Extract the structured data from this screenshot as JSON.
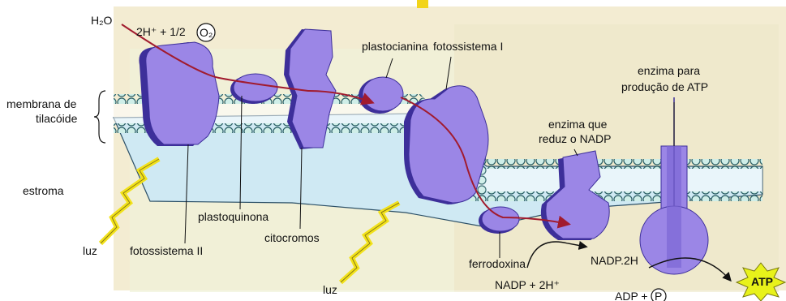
{
  "colors": {
    "background_top": "#f3ecd2",
    "membrane_fill": "#cfe9f3",
    "protein_fill": "#9b86e6",
    "protein_shadow": "#3d2f9a",
    "arrow": "#a11b2e",
    "lightning": "#f2e21a",
    "atp_burst": "#e8f21a"
  },
  "labels": {
    "water": "H₂O",
    "water_split": "2H⁺ + 1/2",
    "oxygen": "O₂",
    "membrane_line1": "membrana de",
    "membrane_line2": "tilacóide",
    "stroma": "estroma",
    "light_1": "luz",
    "light_2": "luz",
    "photosystem_2": "fotossistema II",
    "plastoquinone": "plastoquinona",
    "cytochromes": "citocromos",
    "plastocyanin": "plastocianina",
    "photosystem_1": "fotossistema I",
    "ferredoxin": "ferrodoxina",
    "nadp_enzyme_line1": "enzima que",
    "nadp_enzyme_line2": "reduz o NADP",
    "atp_enzyme_line1": "enzima para",
    "atp_enzyme_line2": "produção de ATP",
    "nadph": "NADP.2H",
    "nadp_input": "NADP + 2H⁺",
    "adp_input": "ADP +",
    "phosphate": "P",
    "atp": "ATP"
  }
}
